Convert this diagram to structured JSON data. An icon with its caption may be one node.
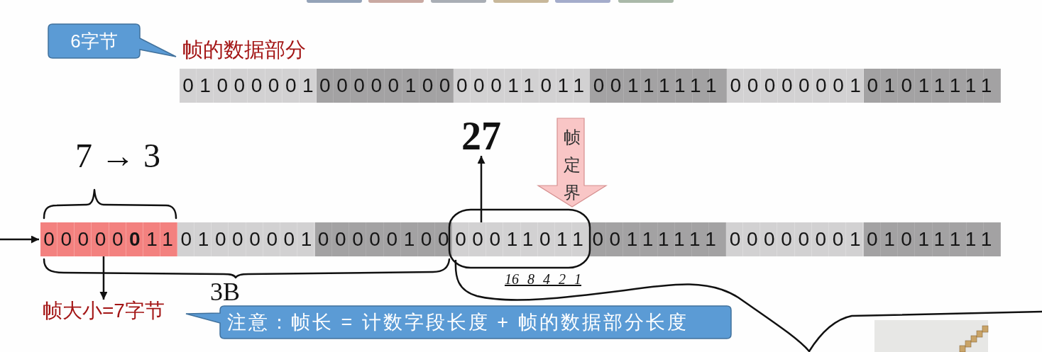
{
  "diagram": {
    "nodes": [
      {
        "text": [
          "6字节"
        ]
      },
      {
        "text": [
          "01000001"
        ]
      },
      {
        "text": [
          "00000100"
        ]
      },
      {
        "text": [
          "00011011"
        ]
      },
      {
        "text": [
          "00111111"
        ]
      },
      {
        "text": [
          "00000001"
        ]
      },
      {
        "text": [
          "01011111"
        ]
      },
      {
        "text": [
          "帧定界"
        ]
      },
      {
        "text": [
          "27"
        ]
      },
      {
        "text": [
          "00000**0**11"
        ]
      },
      {
        "text": [
          "01000001"
        ]
      },
      {
        "text": [
          "00000100"
        ]
      },
      {
        "text": [
          "00011011"
        ]
      },
      {
        "text": [
          "00111111"
        ]
      },
      {
        "text": [
          "00000001"
        ]
      },
      {
        "text": [
          "01011111"
        ]
      },
      {
        "text": [
          "帧大小=7字节"
        ]
      },
      {
        "text": [
          "注意：帧长 = 计数字段长度 + 帧的数据部分长度"
        ]
      }
    ],
    "edges": [
      {
        "from": null,
        "to": 9,
        "arrow": "to"
      },
      {
        "from": 12,
        "to": 8,
        "arrow": "to"
      },
      {
        "from": 9,
        "to": 16,
        "arrow": "to"
      }
    ],
    "labels": [
      "帧的数据部分",
      "7 → 3",
      "16 8 4 2 1",
      "3B"
    ]
  }
}
